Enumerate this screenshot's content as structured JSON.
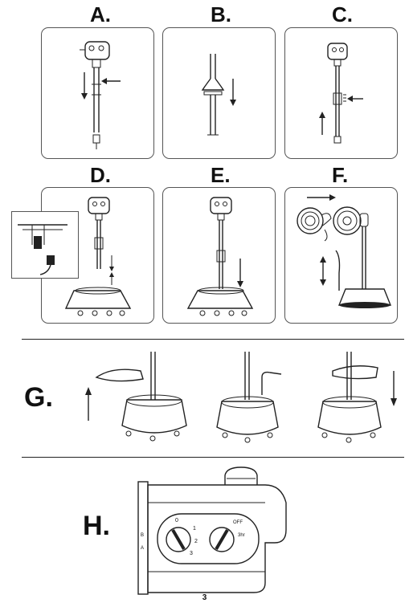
{
  "steps": {
    "a": "A.",
    "b": "B.",
    "c": "C.",
    "d": "D.",
    "e": "E.",
    "f": "F.",
    "g": "G.",
    "h": "H."
  },
  "page_number": "3",
  "dial_markings": {
    "left_dial": [
      "0",
      "1",
      "2",
      "3"
    ],
    "right_dial_label": "OFF",
    "right_dial_sub": "3hr",
    "side_marks": [
      "B",
      "A"
    ]
  },
  "icons": [
    "arrow-down-icon",
    "arrow-up-icon",
    "arrow-left-icon",
    "arrow-right-icon",
    "double-arrow-icon"
  ]
}
